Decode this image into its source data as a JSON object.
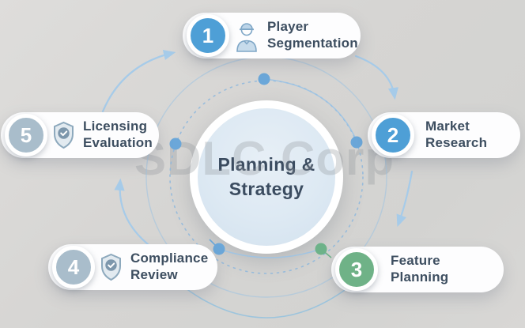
{
  "diagram": {
    "watermark": "SDLC Corp",
    "center": {
      "title_line1": "Planning &",
      "title_line2": "Strategy"
    },
    "steps": [
      {
        "number": "1",
        "label_line1": "Player",
        "label_line2": "Segmentation",
        "icon": "player-icon",
        "accent_color": "#4e9fd6"
      },
      {
        "number": "2",
        "label_line1": "Market",
        "label_line2": "Research",
        "icon": "",
        "accent_color": "#4e9fd6"
      },
      {
        "number": "3",
        "label_line1": "Feature",
        "label_line2": "Planning",
        "icon": "",
        "accent_color": "#6fb287"
      },
      {
        "number": "4",
        "label_line1": "Compliance",
        "label_line2": "Review",
        "icon": "shield-check-icon",
        "accent_color": "#a9bdcb"
      },
      {
        "number": "5",
        "label_line1": "Licensing",
        "label_line2": "Evaluation",
        "icon": "shield-check-icon",
        "accent_color": "#a9bdcb"
      }
    ],
    "colors": {
      "background": "#d5d5d3",
      "hub_fill": "#dde9f3",
      "hub_ring": "#ffffff",
      "text_dark": "#3d4e60",
      "arrow_blue": "#a6cbe9",
      "dot_blue": "#6ba7d9",
      "dot_green": "#6db289",
      "dashed_ring": "#8db7dd"
    }
  }
}
